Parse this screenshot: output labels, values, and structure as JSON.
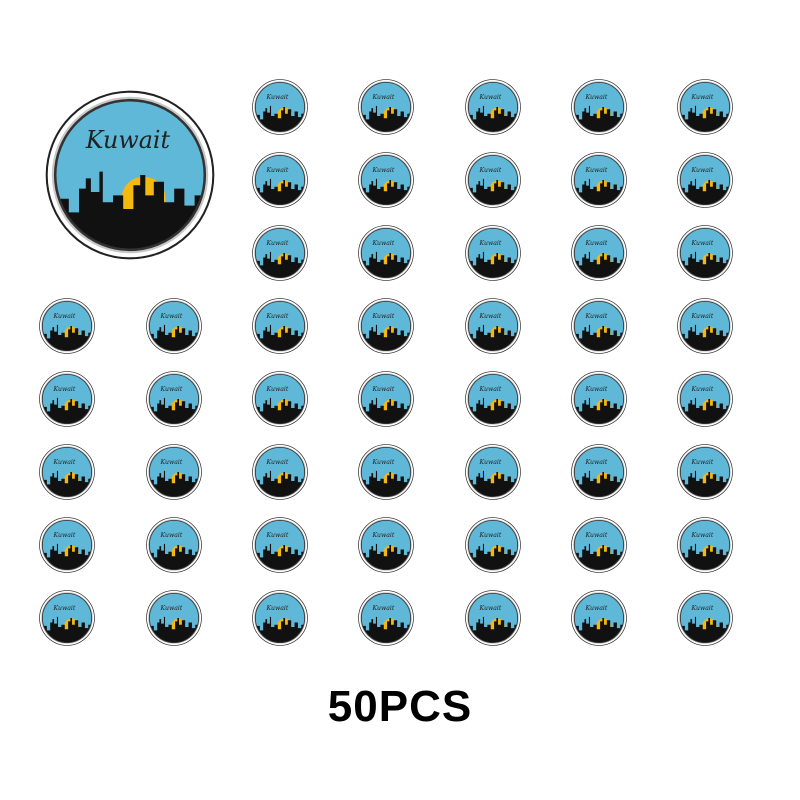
{
  "product": {
    "badge_text": "Kuwait",
    "quantity_label": "50PCS"
  },
  "colors": {
    "sky": "#5fb8d8",
    "sun": "#f5b80f",
    "skyline": "#111111",
    "rim": "#c8c8c8",
    "background": "#ffffff"
  },
  "pin_count": 50
}
